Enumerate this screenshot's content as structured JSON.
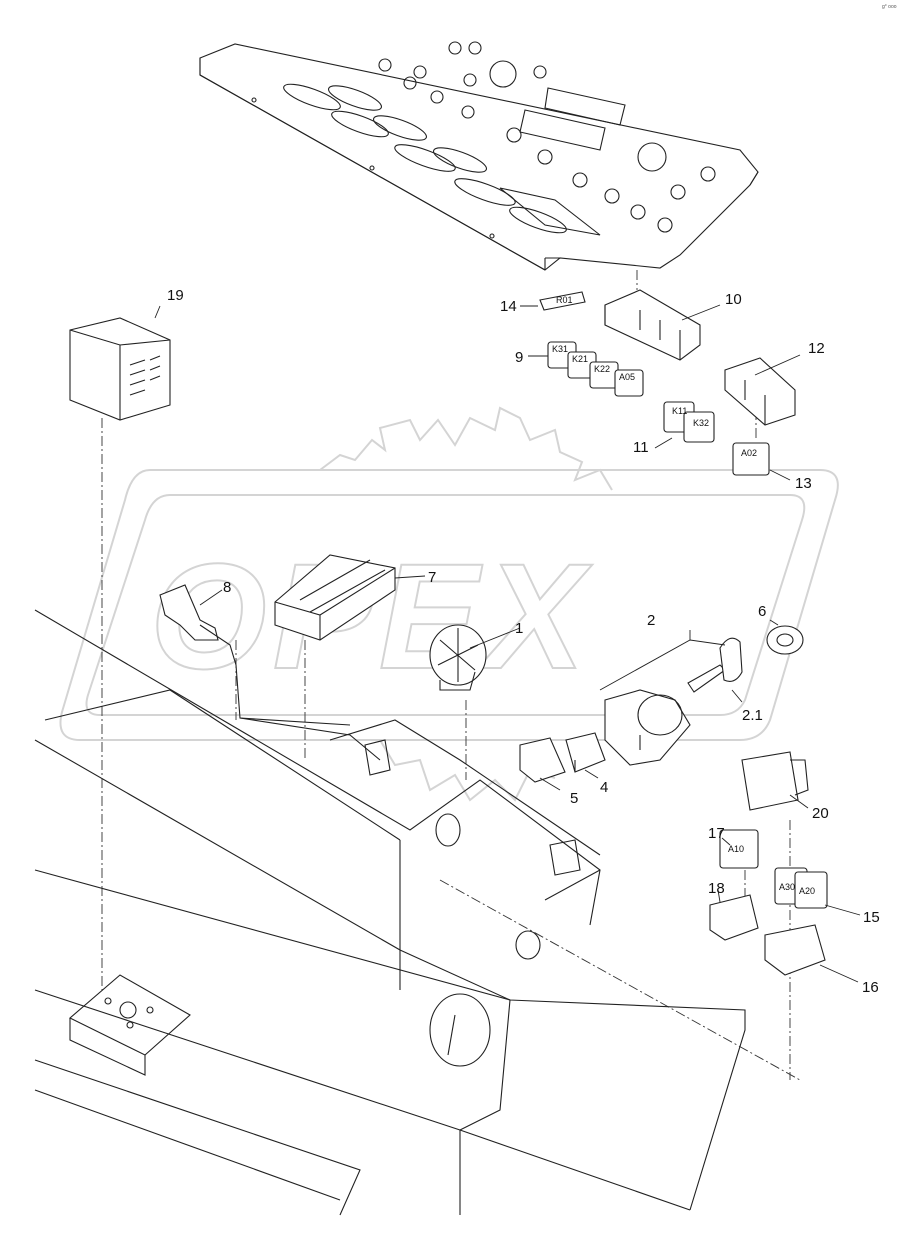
{
  "watermark": {
    "text": "OPEX"
  },
  "corner_mark": "g° ooo",
  "callouts": [
    {
      "id": "1",
      "label": "1"
    },
    {
      "id": "2",
      "label": "2"
    },
    {
      "id": "2-1",
      "label": "2.1"
    },
    {
      "id": "4",
      "label": "4"
    },
    {
      "id": "5",
      "label": "5"
    },
    {
      "id": "6",
      "label": "6"
    },
    {
      "id": "7",
      "label": "7"
    },
    {
      "id": "8",
      "label": "8"
    },
    {
      "id": "9",
      "label": "9"
    },
    {
      "id": "10",
      "label": "10"
    },
    {
      "id": "11",
      "label": "11"
    },
    {
      "id": "12",
      "label": "12"
    },
    {
      "id": "13",
      "label": "13"
    },
    {
      "id": "14",
      "label": "14"
    },
    {
      "id": "15",
      "label": "15"
    },
    {
      "id": "16",
      "label": "16"
    },
    {
      "id": "17",
      "label": "17"
    },
    {
      "id": "18",
      "label": "18"
    },
    {
      "id": "19",
      "label": "19"
    },
    {
      "id": "20",
      "label": "20"
    }
  ],
  "part_markings": {
    "resistor": "R01",
    "relay_k11": "K11",
    "relay_k32": "K32",
    "relay_a02": "A02",
    "relay_9a": "K31",
    "relay_9b": "K21",
    "relay_9c": "K22",
    "relay_9d": "A05",
    "relay_17": "A10",
    "relay_15a": "A30",
    "relay_15b": "A20"
  }
}
